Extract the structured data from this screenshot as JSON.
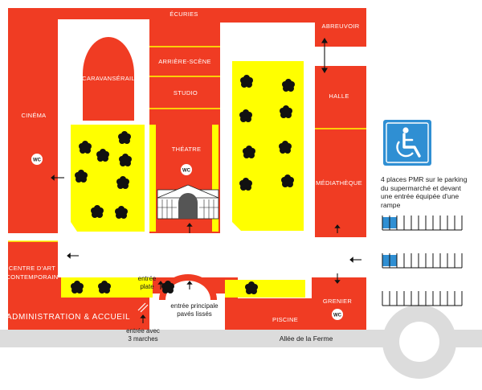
{
  "colors": {
    "red": "#f03c23",
    "yellow": "#ffff00",
    "blue": "#2f8fd3",
    "road": "#dcdcdc",
    "tree": "#111111"
  },
  "buildings": {
    "ecuries": "ÉCURIES",
    "abreuvoir": "ABREUVOIR",
    "arriere_scene": "ARRIÈRE-SCÈNE",
    "studio": "STUDIO",
    "caravanserail": "CARAVANSÉRAIL",
    "halle": "HALLE",
    "cinema": "CINÉMA",
    "theatre": "THÉATRE",
    "mediatheque": "MÉDIATHÈQUE",
    "centre_art_1": "CENTRE D'ART",
    "centre_art_2": "CONTEMPORAIN",
    "administration": "ADMINISTRATION & ACCUEIL",
    "grenier": "GRENIER",
    "piscine": "PISCINE"
  },
  "wc_label": "WC",
  "entrances": {
    "plate_1": "entrée",
    "plate_2": "plate",
    "principale_1": "entrée principale",
    "principale_2": "pavés lissés",
    "marches_1": "entrée avec",
    "marches_2": "3 marches"
  },
  "street": "Allée de la Ferme",
  "accessibility": {
    "icon": "wheelchair-icon",
    "text": "4 places PMR sur le parking du supermarché et devant une entrée équipée d'une rampe"
  },
  "parking_rows": [
    {
      "spaces": 11,
      "pmr_index": 0
    },
    {
      "spaces": 11,
      "pmr_index": 0
    },
    {
      "spaces": 11,
      "pmr_index": -1
    }
  ]
}
